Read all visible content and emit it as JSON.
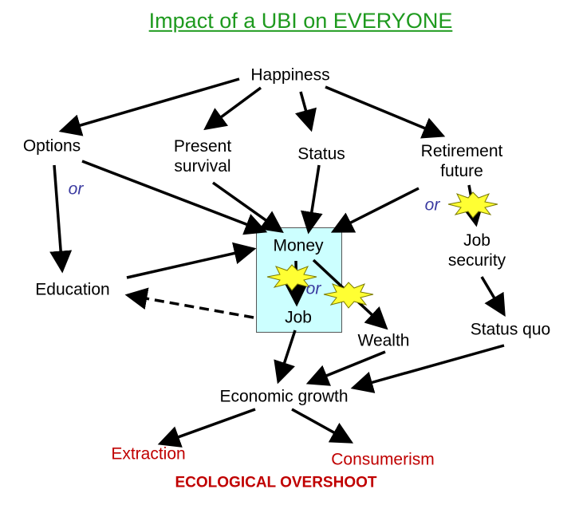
{
  "title": "Impact of a UBI on EVERYONE",
  "nodes": {
    "happiness": "Happiness",
    "options": "Options",
    "present_survival": "Present survival",
    "present_survival_line1": "Present",
    "present_survival_line2": "survival",
    "status": "Status",
    "retirement_future_line1": "Retirement",
    "retirement_future_line2": "future",
    "money": "Money",
    "job": "Job",
    "education": "Education",
    "wealth": "Wealth",
    "job_security_line1": "Job",
    "job_security_line2": "security",
    "status_quo": "Status quo",
    "economic_growth": "Economic growth",
    "extraction": "Extraction",
    "consumerism": "Consumerism",
    "ecological_overshoot": "ECOLOGICAL OVERSHOOT"
  },
  "or_labels": [
    "or",
    "or",
    "or"
  ],
  "colors": {
    "title": "#1e9a1e",
    "text": "#000000",
    "outcome": "#c00000",
    "or_text": "#3a3aa0",
    "money_box_fill": "#ccffff",
    "burst_fill": "#ffff33"
  }
}
